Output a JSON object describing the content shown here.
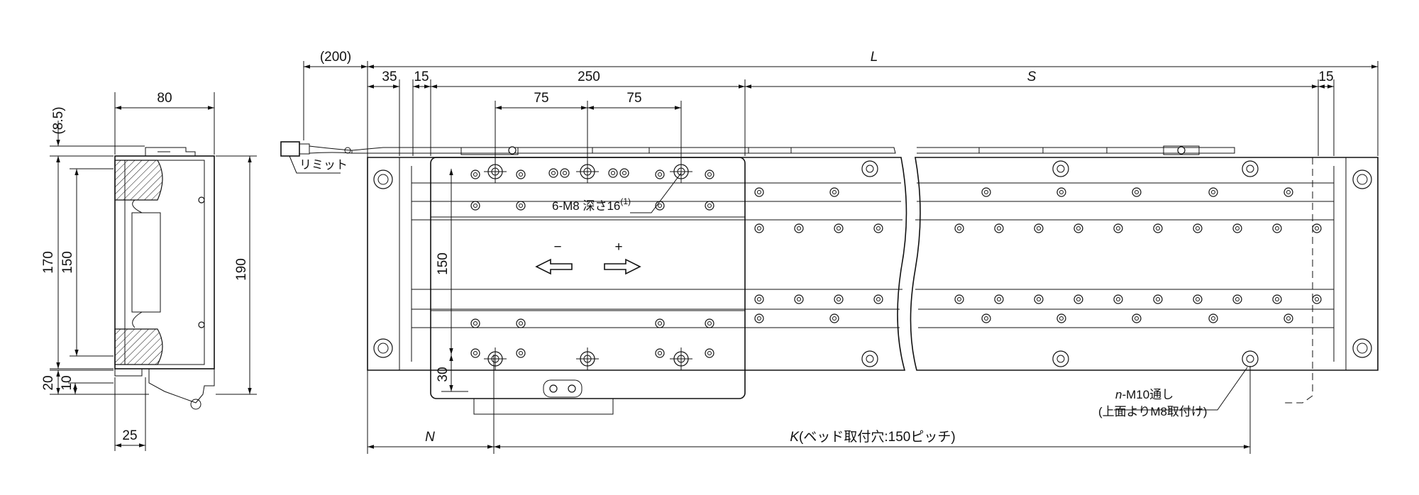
{
  "side_view": {
    "dim_width": "80",
    "dim_offset": "(8.5)",
    "dim_height_total": "170",
    "dim_rail_span": "150",
    "dim_overall_height": "190",
    "dim_bottom_20": "20",
    "dim_bottom_10": "10",
    "dim_foot_width": "25"
  },
  "plan_view": {
    "dim_cable": "(200)",
    "dim_end": "35",
    "dim_gap_left": "15",
    "dim_table": "250",
    "dim_hole_pitch_1": "75",
    "dim_hole_pitch_2": "75",
    "dim_L": "L",
    "dim_S": "S",
    "dim_gap_right": "15",
    "dim_table_width": "150",
    "dim_table_offset": "30",
    "dim_N": "N",
    "dim_K": "K",
    "dim_K_note": "(ベッド取付穴:150ピッチ)",
    "label_limit": "リミット",
    "label_tapped": "6-M8 深さ16",
    "label_tapped_sup": "(1)",
    "label_minus": "−",
    "label_plus": "+",
    "label_mount_n": "n",
    "label_mount_rest": "-M10通し",
    "label_mount_note": "(上面よりM8取付け)"
  }
}
